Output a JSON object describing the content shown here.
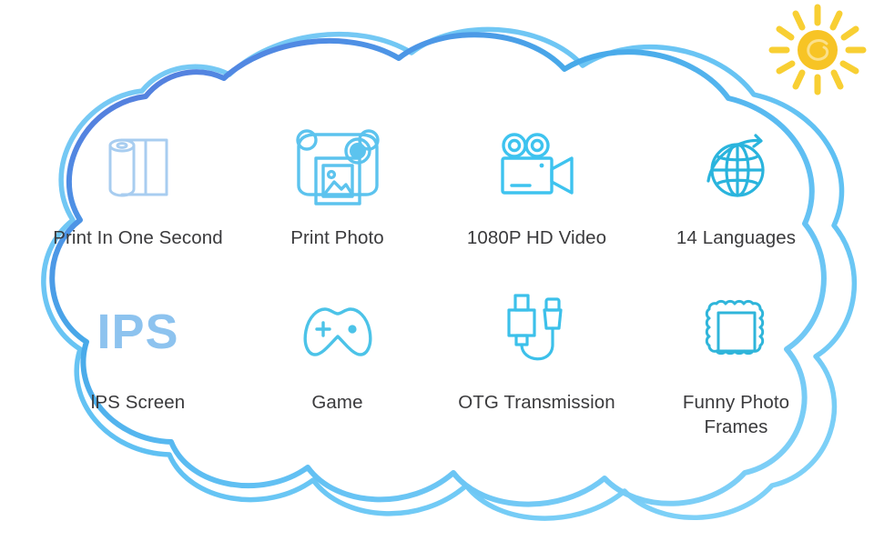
{
  "page": {
    "background_color": "#ffffff",
    "label_color": "#3a3a3c",
    "icon_color_primary": "#4cc3e8",
    "icon_color_pale": "#9ecdf2",
    "cloud_stroke_dark": "#4f7fe0",
    "cloud_stroke_mid": "#45b4e8",
    "cloud_stroke_light": "#7fcdf5",
    "sun_color_core": "#f7c325",
    "sun_color_ray": "#f9d33f"
  },
  "decorations": {
    "sun": {
      "name": "sun-icon",
      "style": "hand-drawn crayon sun with 12 rays"
    },
    "cloud": {
      "name": "cloud-outline",
      "style": "hand-drawn double-stroke cloud, blue gradient"
    }
  },
  "features": {
    "row1": [
      {
        "label": "Print In One Second",
        "icon": "paper-roll-icon",
        "icon_color": "#a8cdf0"
      },
      {
        "label": "Print Photo",
        "icon": "photo-printer-icon",
        "icon_color": "#5cc3ee"
      },
      {
        "label": "1080P HD Video",
        "icon": "movie-camera-icon",
        "icon_color": "#3ec3ef"
      },
      {
        "label": "14 Languages",
        "icon": "globe-icon",
        "icon_color": "#2ab4dd"
      }
    ],
    "row2": [
      {
        "label": "lPS Screen",
        "icon": "ips-wordmark-icon",
        "icon_text": "IPS",
        "icon_color": "#8dc3ef"
      },
      {
        "label": "Game",
        "icon": "gamepad-icon",
        "icon_color": "#4cc3e8"
      },
      {
        "label": "OTG Transmission",
        "icon": "otg-cable-icon",
        "icon_color": "#3cc0ea"
      },
      {
        "label": "Funny Photo\nFrames",
        "icon": "photo-frame-icon",
        "icon_color": "#2fb5da"
      }
    ]
  }
}
